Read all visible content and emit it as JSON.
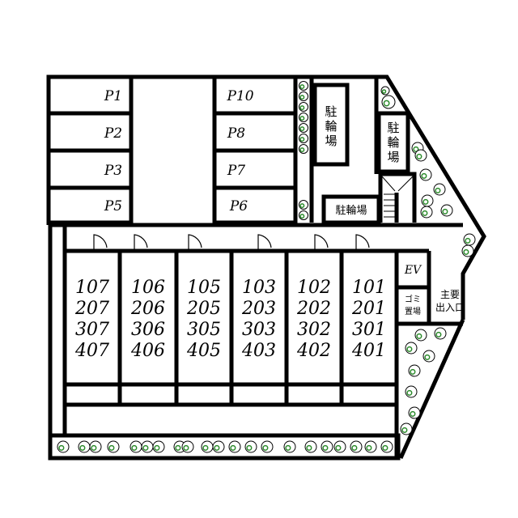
{
  "parking": [
    "P1",
    "P2",
    "P3",
    "P5",
    "P10",
    "P8",
    "P7",
    "P6"
  ],
  "bike_parking_label": "駐輪場",
  "ev_label": "EV",
  "trash_label": [
    "ゴミ",
    "置場"
  ],
  "entrance_label": [
    "主要",
    "出入口"
  ],
  "units": [
    [
      "107",
      "207",
      "307",
      "407"
    ],
    [
      "106",
      "206",
      "306",
      "406"
    ],
    [
      "105",
      "205",
      "305",
      "405"
    ],
    [
      "103",
      "203",
      "303",
      "403"
    ],
    [
      "102",
      "202",
      "302",
      "402"
    ],
    [
      "101",
      "201",
      "301",
      "401"
    ]
  ],
  "colors": {
    "wall": "#000000",
    "tree": "#2a8a2a"
  }
}
